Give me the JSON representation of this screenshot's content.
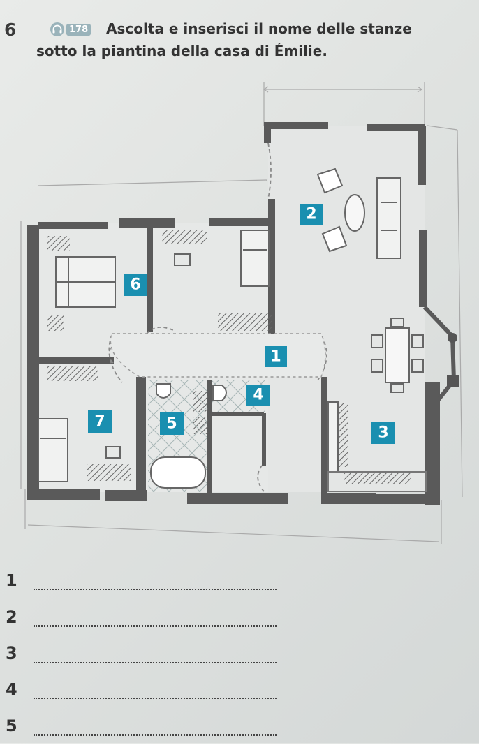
{
  "exercise": {
    "number": "6",
    "audio_icon": "headphones-icon",
    "track": "178",
    "instruction_line1": "Ascolta e inserisci il nome delle stanze",
    "instruction_line2": "sotto la piantina della casa di Émilie."
  },
  "floor_plan": {
    "room_labels": [
      "1",
      "2",
      "3",
      "4",
      "5",
      "6",
      "7"
    ],
    "label_color": "#1a8fb0",
    "wall_color": "#555555"
  },
  "answers": [
    {
      "number": "1",
      "value": ""
    },
    {
      "number": "2",
      "value": ""
    },
    {
      "number": "3",
      "value": ""
    },
    {
      "number": "4",
      "value": ""
    },
    {
      "number": "5",
      "value": ""
    }
  ]
}
